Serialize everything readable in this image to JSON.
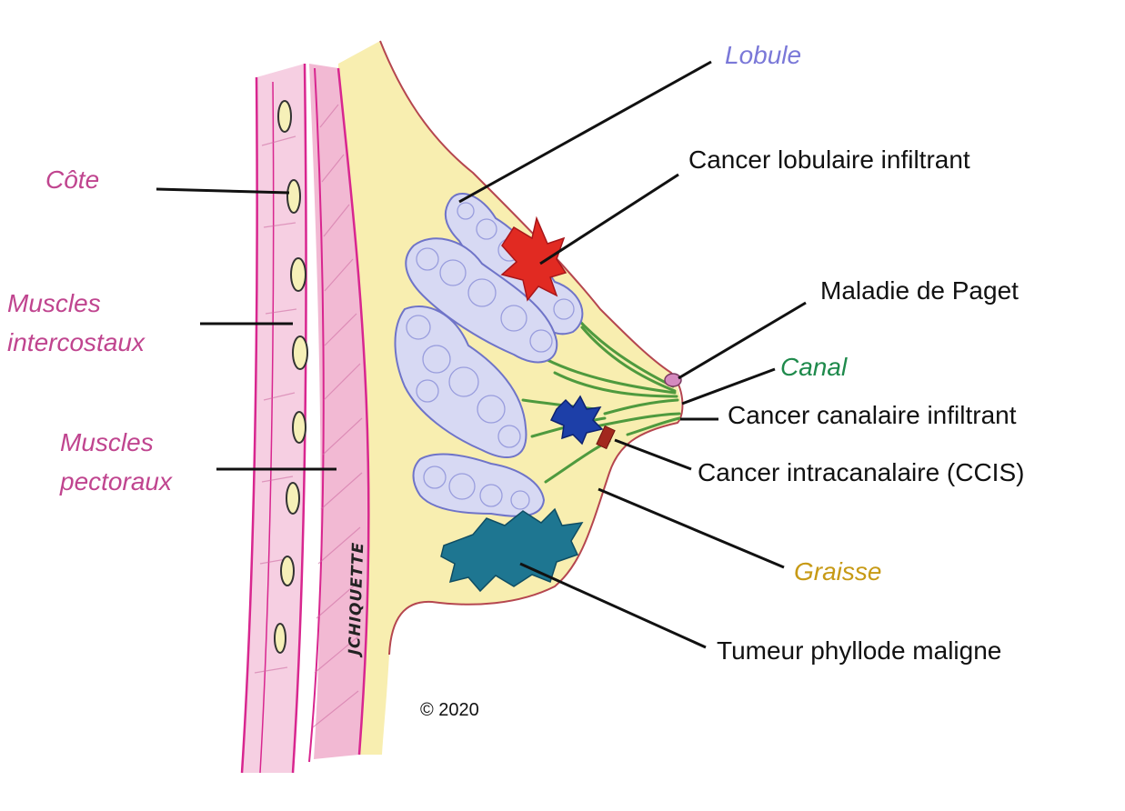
{
  "labels": {
    "cote": "Côte",
    "muscles_intercostaux_1": "Muscles",
    "muscles_intercostaux_2": "intercostaux",
    "muscles_pectoraux_1": "Muscles",
    "muscles_pectoraux_2": "pectoraux",
    "lobule": "Lobule",
    "cancer_lobulaire": "Cancer lobulaire infiltrant",
    "maladie_paget": "Maladie de Paget",
    "canal": "Canal",
    "cancer_canalaire": "Cancer canalaire infiltrant",
    "cancer_intracanalaire": "Cancer intracanalaire (CCIS)",
    "graisse": "Graisse",
    "tumeur_phyllode": "Tumeur phyllode maligne"
  },
  "signature": "JCHIQUETTE",
  "copyright": "© 2020",
  "colors": {
    "muscle_label": "#c0458f",
    "lobule_label": "#7a78d8",
    "canal_label": "#1f8a4c",
    "graisse_label": "#c79a16",
    "fat_fill": "#f8eeb0",
    "muscle_fill": "#f3bfd8",
    "lobule_fill": "#d7d9f3",
    "duct_color": "#4f9a3e",
    "lobular_cancer": "#e12a22",
    "ductal_cancer": "#1d3fa8",
    "ccis": "#a2281e",
    "phyllodes": "#1e7691",
    "nipple": "#d48abf"
  }
}
